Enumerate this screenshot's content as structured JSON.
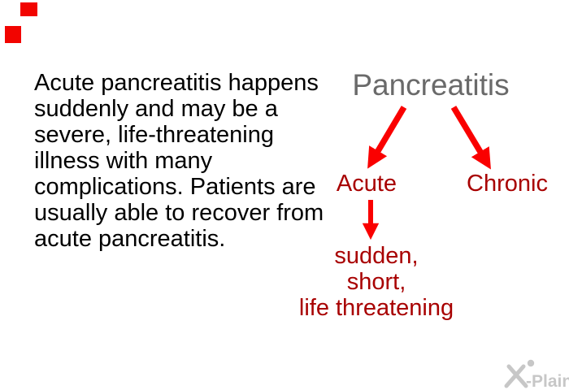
{
  "decor": {
    "squares": [
      {
        "name": "top-square",
        "color": "#f20400"
      },
      {
        "name": "left-square",
        "color": "#f20400"
      }
    ]
  },
  "paragraph": {
    "color": "#000000",
    "lines": [
      "Acute pancreatitis happens",
      "suddenly and may be a",
      "severe, life-threatening",
      "illness with many",
      "complications. Patients are",
      "usually able to recover from",
      "acute pancreatitis."
    ]
  },
  "diagram": {
    "root_label": "Pancreatitis",
    "root_color": "#6a6a6a",
    "arrow_color": "#fa0000",
    "label_color": "#a80000",
    "branches": [
      {
        "label": "Acute"
      },
      {
        "label": "Chronic"
      }
    ],
    "acute_detail_lines": [
      "sudden,",
      "short,",
      "life threatening"
    ]
  },
  "watermark": {
    "brand": "X-Plain",
    "text": "-Plain",
    "color": "#c7c7c7"
  }
}
